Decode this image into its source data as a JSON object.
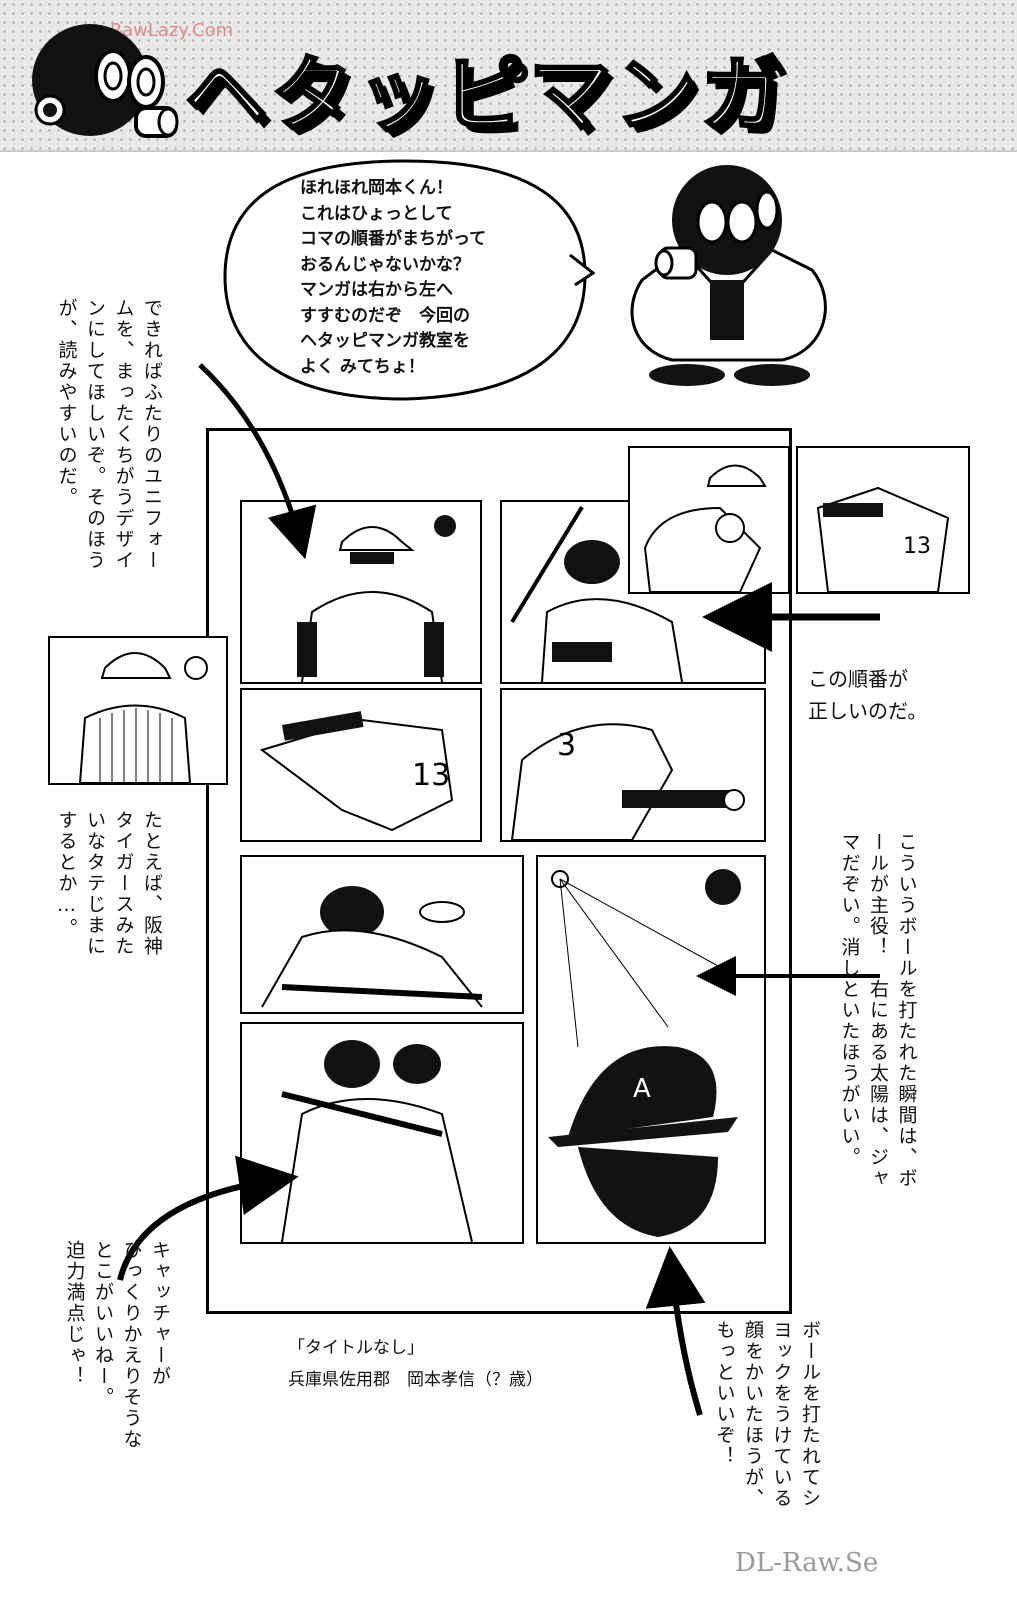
{
  "header": {
    "title": "ヘタッピマンガ",
    "watermark": "RawLazy.Com"
  },
  "speech_balloon": {
    "text": "ほれほれ岡本くん！\nこれはひょっとして\nコマの順番がまちがって\nおるんじゃないかな？\nマンガは右から左へ\nすすむのだぞ　今回の\nヘタッピマンガ教室を\nよく みてちょ！"
  },
  "annotations": {
    "uniform": "できればふたりのユニフォー\nムを、まったくちがうデザイ\nンにしてほしいぞ。そのほう\nが、読みやすいのだ。",
    "hanshin": "たとえば、阪神\nタイガースみた\nいなタテじまに\nするとか…。",
    "order": "この順番が\n正しいのだ。",
    "ball_hit": "こういうボールを打たれた瞬間は、ボ\nールが主役！　右にある太陽は、ジャ\nマだぞい。消しといたほうがいい。",
    "catcher": "キャッチャーが\nひっくりかえりそうな\nとこがいいねー。\n迫力満点じゃ！",
    "shock_face": "ボールを打たれてシ\nヨックをうけている\n顔をかいたほうが、\nもっといいぞ！"
  },
  "submission": {
    "title": "「タイトルなし」",
    "author": "兵庫県佐用郡　岡本孝信（？歳）"
  },
  "footer": {
    "watermark": "DL-Raw.Se"
  }
}
